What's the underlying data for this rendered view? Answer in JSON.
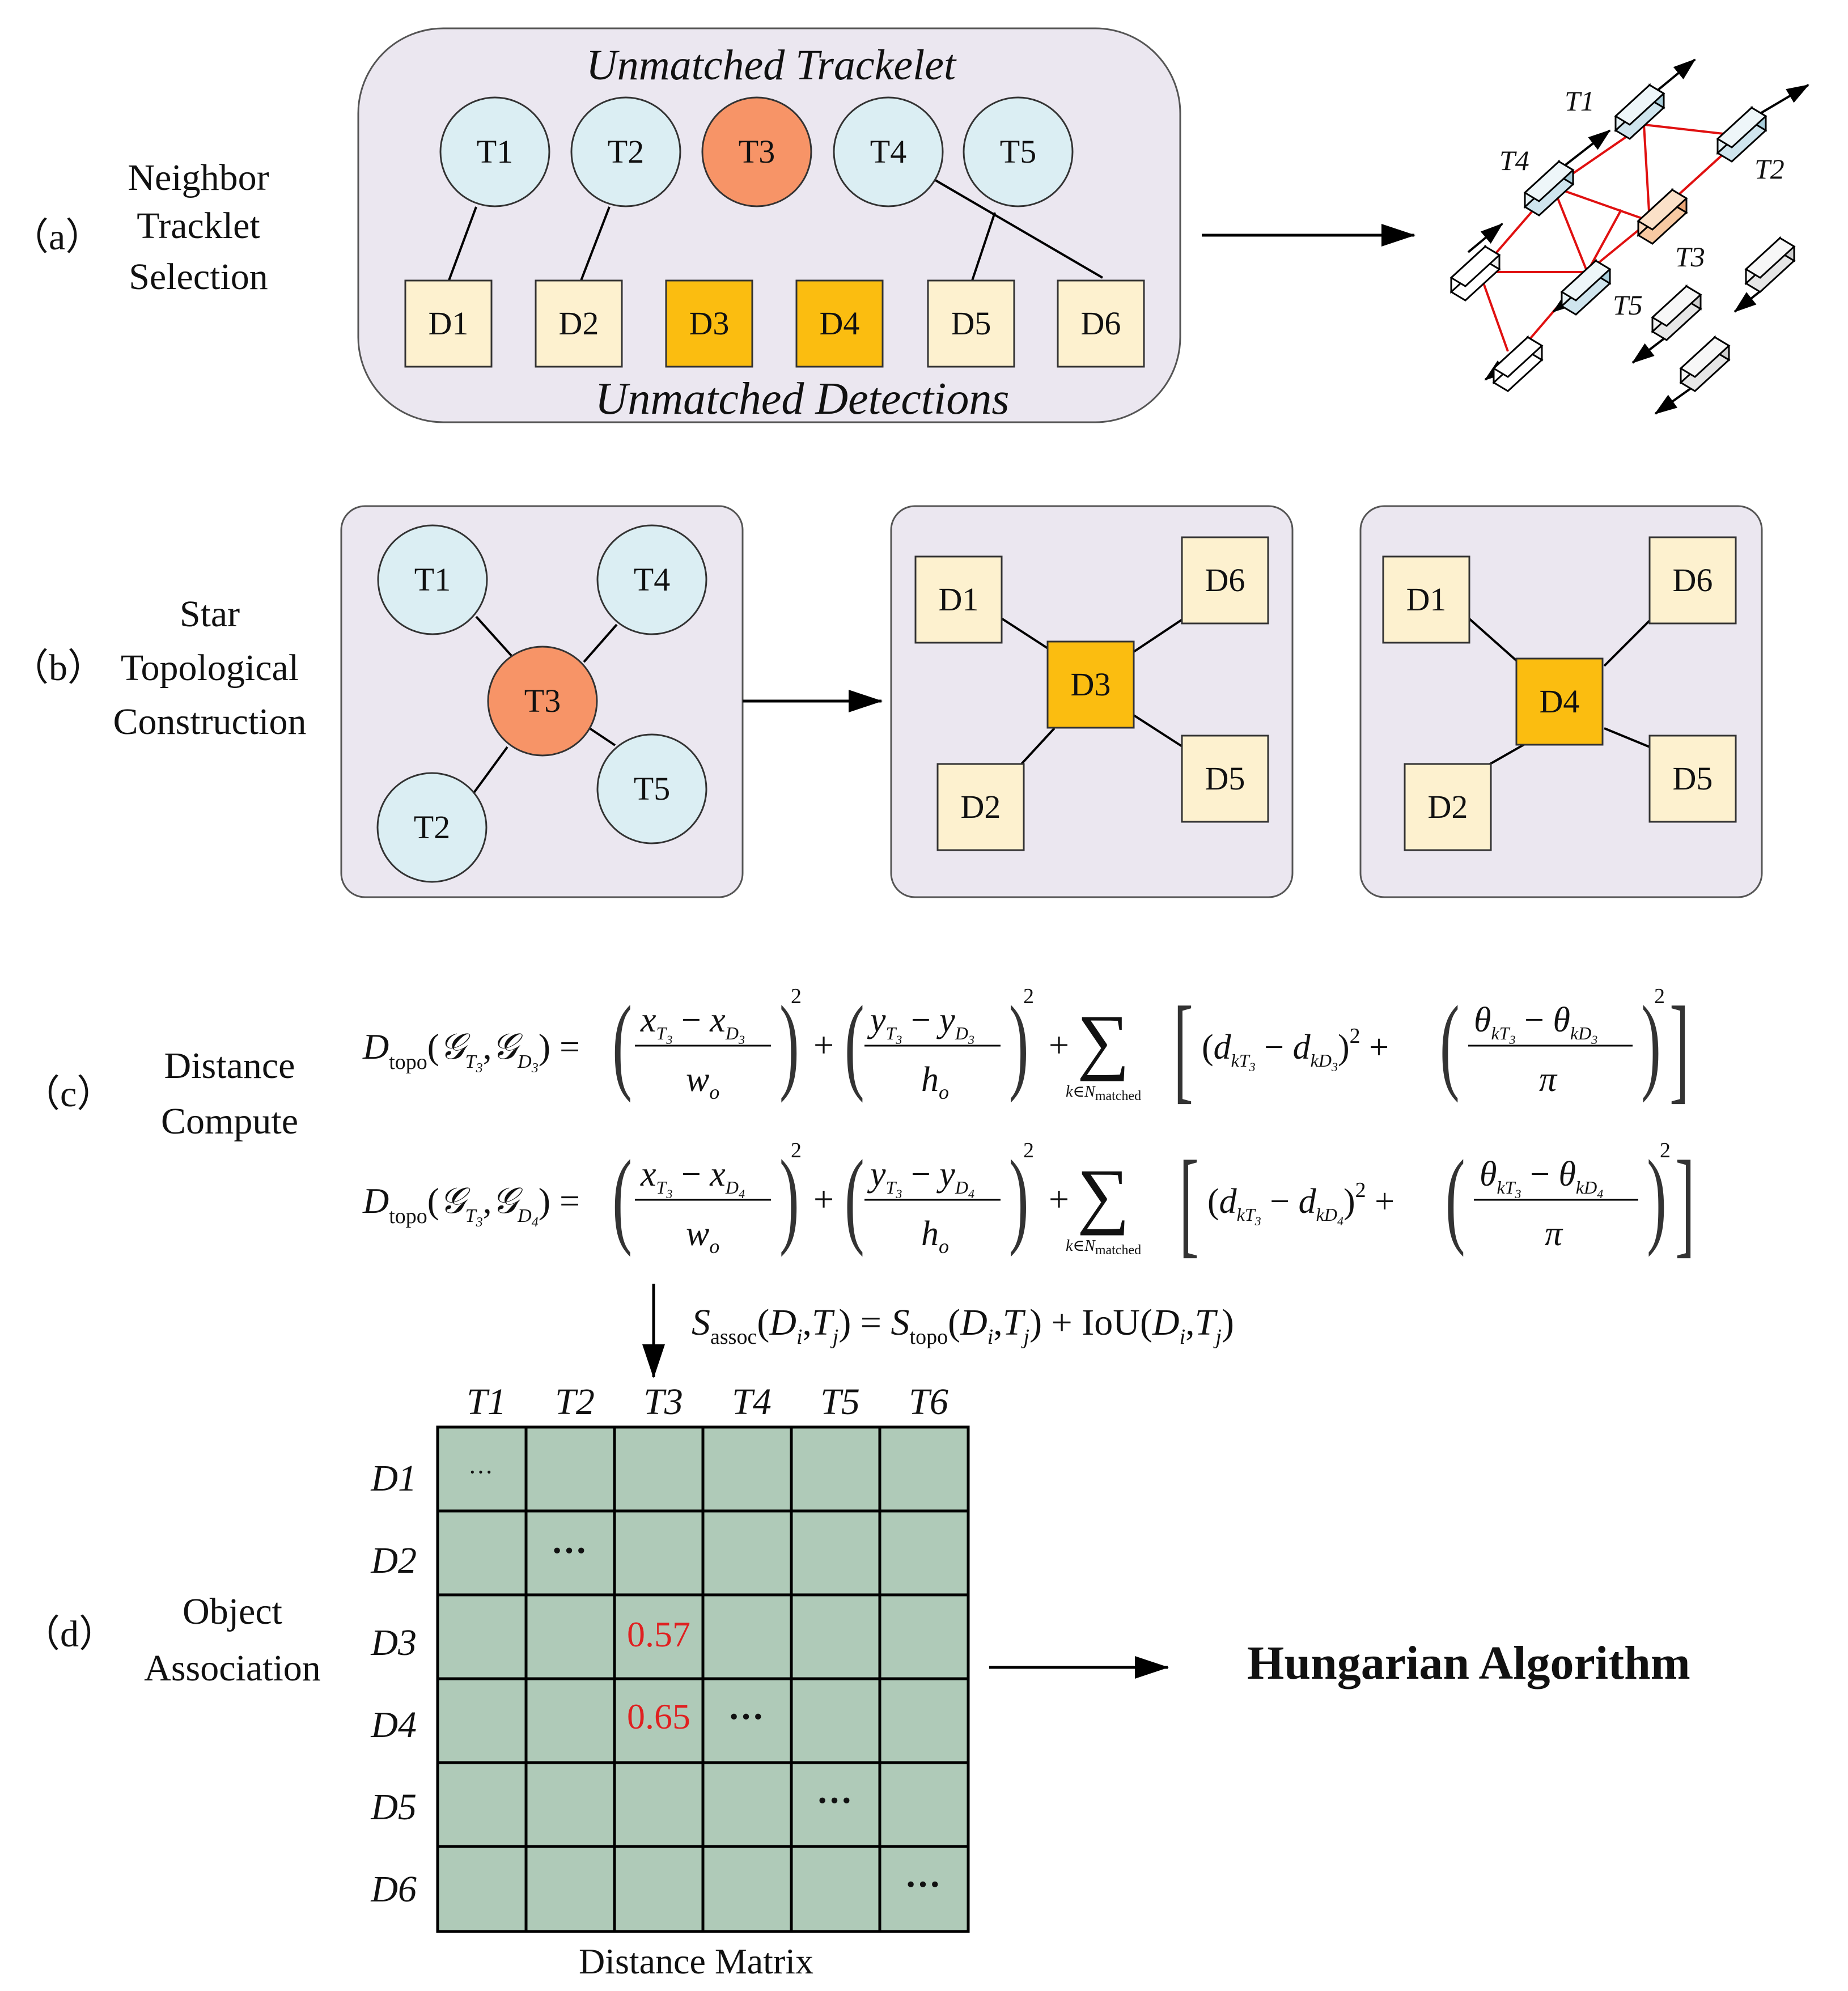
{
  "panel_labels": {
    "a": "（a）",
    "b": "（b）",
    "c": "（c）",
    "d": "（d）"
  },
  "section_titles": {
    "a_line1": "Neighbor",
    "a_line2": "Tracklet",
    "a_line3": "Selection",
    "b_line1": "Star",
    "b_line2": "Topological",
    "b_line3": "Construction",
    "c_line1": "Distance",
    "c_line2": "Compute",
    "d_line1": "Object",
    "d_line2": "Association"
  },
  "panel_a": {
    "top_caption": "Unmatched Trackelet",
    "bottom_caption": "Unmatched Detections",
    "tracklets": [
      "T1",
      "T2",
      "T3",
      "T4",
      "T5"
    ],
    "detections": [
      "D1",
      "D2",
      "D3",
      "D4",
      "D5",
      "D6"
    ],
    "scene_labels": [
      "T1",
      "T2",
      "T3",
      "T4",
      "T5"
    ]
  },
  "panel_b": {
    "star_center": "T3",
    "star_neighbors": [
      "T1",
      "T4",
      "T2",
      "T5"
    ],
    "graph1_center": "D3",
    "graph1_neighbors": [
      "D1",
      "D6",
      "D2",
      "D5"
    ],
    "graph2_center": "D4",
    "graph2_neighbors": [
      "D1",
      "D6",
      "D2",
      "D5"
    ]
  },
  "panel_c": {
    "equation1": {
      "D": "D",
      "topo": "topo",
      "G1": "𝒢",
      "T3": "T₃",
      "G2": "𝒢",
      "D3": "D₃",
      "x": "x",
      "y": "y",
      "w": "w",
      "h": "h",
      "o": "o",
      "d": "d",
      "theta": "θ",
      "pi": "π",
      "k": "k",
      "Nmatched": "k∈N",
      "matched": "matched",
      "eqsign": "=",
      "plus": "+",
      "minus": "−",
      "sq": "2",
      "sum": "∑"
    },
    "equation3": {
      "S": "S",
      "assoc": "assoc",
      "Di": "D",
      "i": "i",
      "Tj": "T",
      "j": "j",
      "topo": "topo",
      "iou": "IoU"
    }
  },
  "panel_d": {
    "columns": [
      "T1",
      "T2",
      "T3",
      "T4",
      "T5",
      "T6"
    ],
    "rows": [
      "D1",
      "D2",
      "D3",
      "D4",
      "D5",
      "D6"
    ],
    "ellipsis": "···",
    "value_d3_t3": "0.57",
    "value_d4_t3": "0.65",
    "matrix_caption": "Distance Matrix",
    "result": "Hungarian Algorithm"
  },
  "colors": {
    "panel_bg": "#ebe7f0",
    "tracklet_fill": "#dbeef3",
    "target_fill": "#f79467",
    "detection_fill": "#fdf1cf",
    "target_det_fill": "#fbbd10",
    "matrix_fill": "#afcab8",
    "red_edge": "#e01010",
    "highlight": "#e02020"
  }
}
